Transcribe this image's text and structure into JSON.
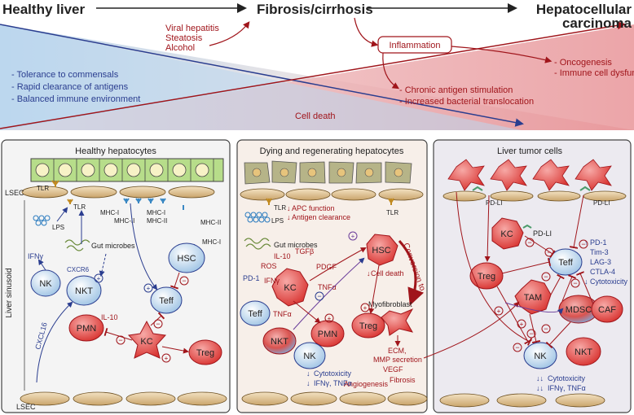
{
  "top": {
    "stage_healthy": "Healthy liver",
    "stage_fibrosis": "Fibrosis/cirrhosis",
    "stage_hcc_1": "Hepatocellular",
    "stage_hcc_2": "carcinoma",
    "causes": [
      "Viral hepatitis",
      "Steatosis",
      "Alcohol"
    ],
    "inflammation": "Inflammation",
    "healthy_points": [
      "- Tolerance to commensals",
      "- Rapid clearance of antigens",
      "- Balanced immune environment"
    ],
    "fibrosis_points": [
      "- Chronic antigen stimulation",
      "- Increased bacterial translocation"
    ],
    "hcc_points": [
      "- Oncogenesis",
      "- Immune cell dysfunction"
    ],
    "cell_death": "Cell death"
  },
  "panel1": {
    "title": "Healthy hepatocytes",
    "lsec_top": "LSEC",
    "lsec_bottom": "LSEC",
    "tlr": "TLR",
    "tlr2": "TLR",
    "mhc1_a": "MHC-I",
    "mhc2_a": "MHC-II",
    "mhc1_b": "MHC-I",
    "mhc2_b": "MHC-II",
    "mhc2_c": "MHC-II",
    "mhc1_c": "MHC-I",
    "lps": "LPS",
    "gut": "Gut microbes",
    "ifn": "IFNγ",
    "cxcr6": "CXCR6",
    "cxcl16": "CXCL16",
    "sinusoid": "Liver sinusoid",
    "il10": "IL-10",
    "nk": "NK",
    "nkt": "NKT",
    "hsc": "HSC",
    "teff": "Teff",
    "pmn": "PMN",
    "kc": "KC",
    "treg": "Treg"
  },
  "panel2": {
    "title": "Dying and regenerating hepatocytes",
    "tlr_a": "TLR",
    "tlr_b": "TLR",
    "apc": "APC function",
    "antigen": "Antigen clearance",
    "lps": "LPS",
    "gut": "Gut microbes",
    "il10": "IL-10",
    "ros": "ROS",
    "tgfb": "TGFβ",
    "pdgf": "PDGF",
    "pd1": "PD-1",
    "ifn": "IFNγ",
    "tnf_kc": "TNFα",
    "tnf_teff": "TNFα",
    "cell_death": "Cell death",
    "conversion": "Conversion to",
    "myofibroblast": "Myofibroblast",
    "ecm": "ECM,",
    "mmp": "MMP secretion",
    "vegf": "VEGF",
    "fibrosis": "Fibrosis",
    "angio": "Angiogenesis",
    "cytotox": "Cytotoxicity",
    "ifn_tnf": "IFNγ, TNFα",
    "hsc": "HSC",
    "kc": "KC",
    "teff": "Teff",
    "nkt": "NKT",
    "pmn": "PMN",
    "treg": "Treg",
    "nk": "NK"
  },
  "panel3": {
    "title": "Liver tumor cells",
    "pdl1_a": "PD-LI",
    "pdl1_b": "PD-LI",
    "pdl1_kc": "PD-LI",
    "markers": [
      "PD-1",
      "Tim-3",
      "LAG-3",
      "CTLA-4",
      "Cytotoxicity"
    ],
    "cytotox": "Cytotoxicity",
    "ifn_tnf": "IFNγ, TNFα",
    "kc": "KC",
    "teff": "Teff",
    "treg": "Treg",
    "tam": "TAM",
    "mdsc": "MDSC",
    "caf": "CAF",
    "nkt": "NKT",
    "nk": "NK"
  }
}
